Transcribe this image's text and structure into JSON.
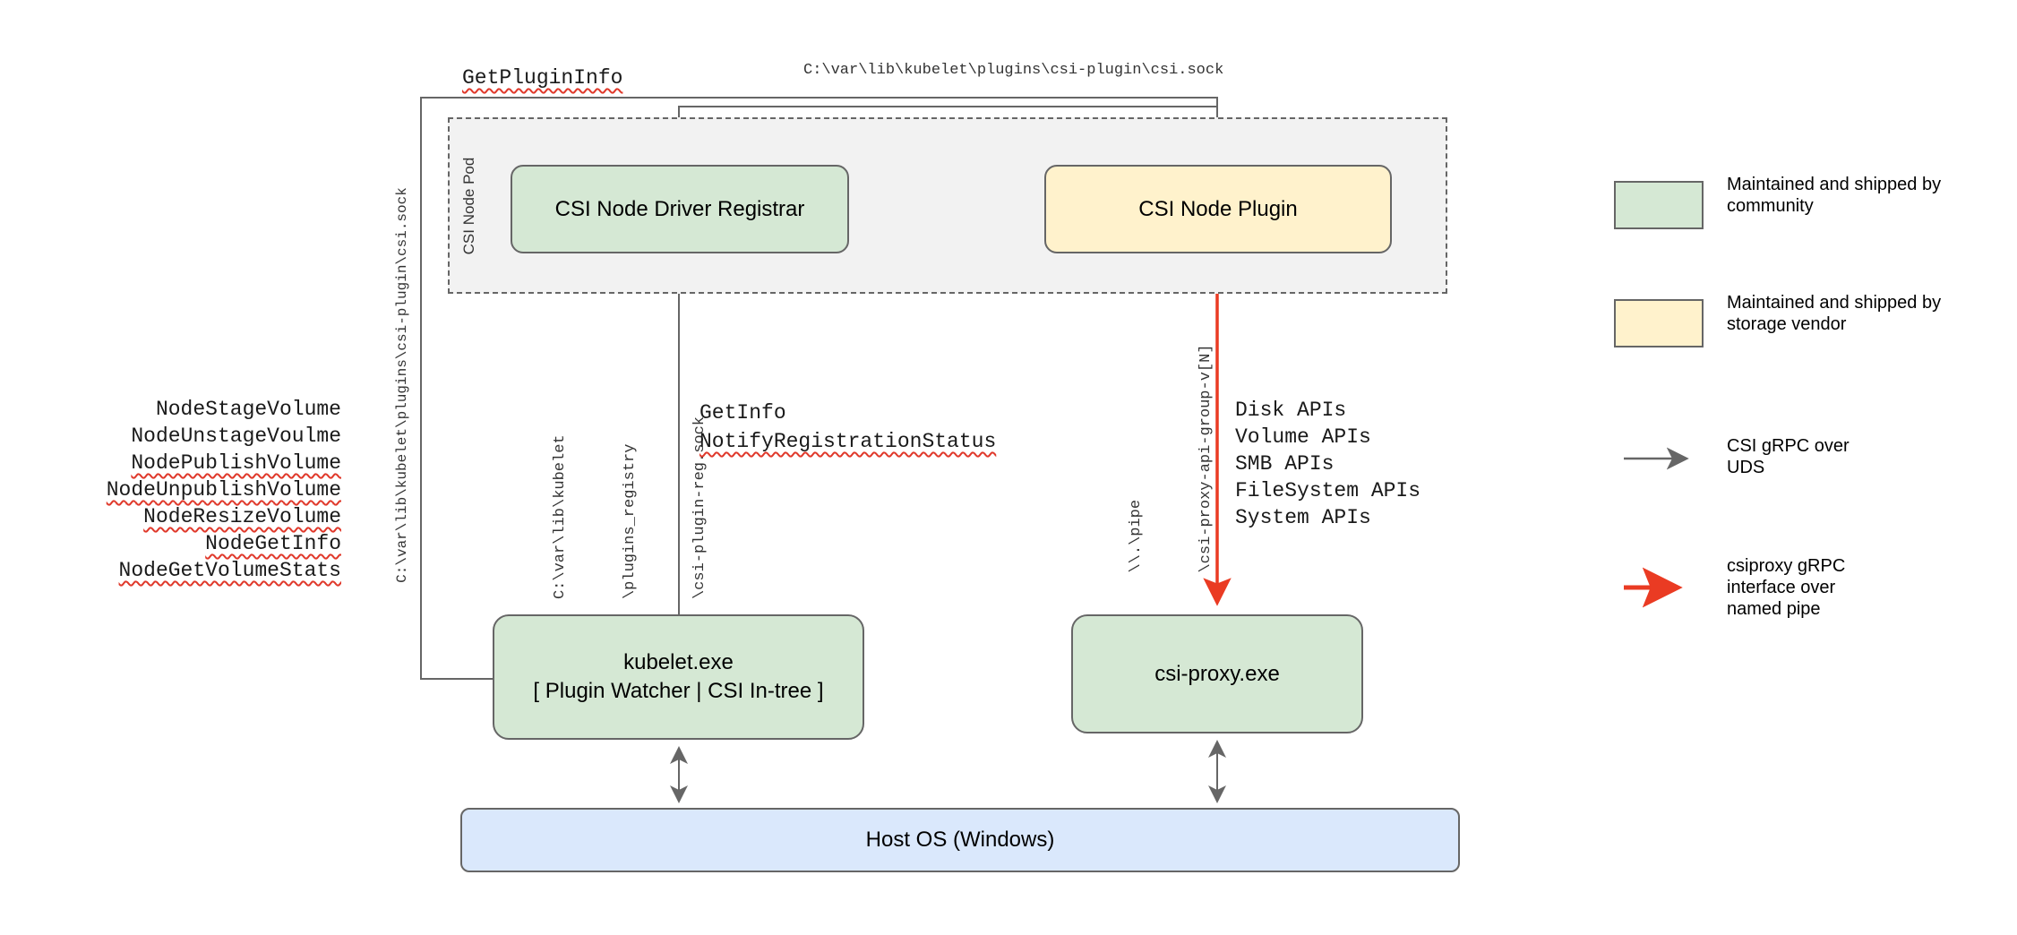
{
  "main": {
    "get_plugin_info": "GetPluginInfo",
    "csi_sock_top": "C:\\var\\lib\\kubelet\\plugins\\csi-plugin\\csi.sock",
    "csi_sock_left": "C:\\var\\lib\\kubelet\\plugins\\csi-plugin\\csi.sock",
    "pod_label": "CSI Node Pod",
    "registrar": "CSI Node Driver Registrar",
    "plugin": "CSI Node Plugin",
    "get_info": "GetInfo",
    "notify": "NotifyRegistrationStatus",
    "registry_sock": [
      "C:\\var\\lib\\kubelet",
      "\\plugins_registry",
      "\\csi-plugin-reg.sock"
    ],
    "pipe": [
      "\\\\.\\pipe",
      "\\csi-proxy-api-group-v[N]"
    ],
    "node_apis": [
      "NodeStageVolume",
      "NodeUnstageVoulme",
      "NodePublishVolume",
      "NodeUnpublishVolume",
      "NodeResizeVolume",
      "NodeGetInfo",
      "NodeGetVolumeStats"
    ],
    "proxy_apis": [
      "Disk APIs",
      "Volume APIs",
      "SMB APIs",
      "FileSystem APIs",
      "System APIs"
    ],
    "kubelet": [
      "kubelet.exe",
      "[ Plugin Watcher | CSI In-tree ]"
    ],
    "csi_proxy": "csi-proxy.exe",
    "host_os": "Host OS (Windows)"
  },
  "legend": {
    "community": "Maintained and shipped by community",
    "vendor": "Maintained and shipped by storage vendor",
    "uds": "CSI gRPC over UDS",
    "named_pipe": "csiproxy gRPC interface over named pipe"
  },
  "colors": {
    "community_fill": "#d5e8d4",
    "vendor_fill": "#fff2cc",
    "host_fill": "#dae8fc",
    "pod_fill": "#f2f2f2",
    "border": "#666666",
    "uds_arrow": "#666666",
    "pipe_arrow": "#ea3b23",
    "misspell_underline": "#e0392b"
  }
}
